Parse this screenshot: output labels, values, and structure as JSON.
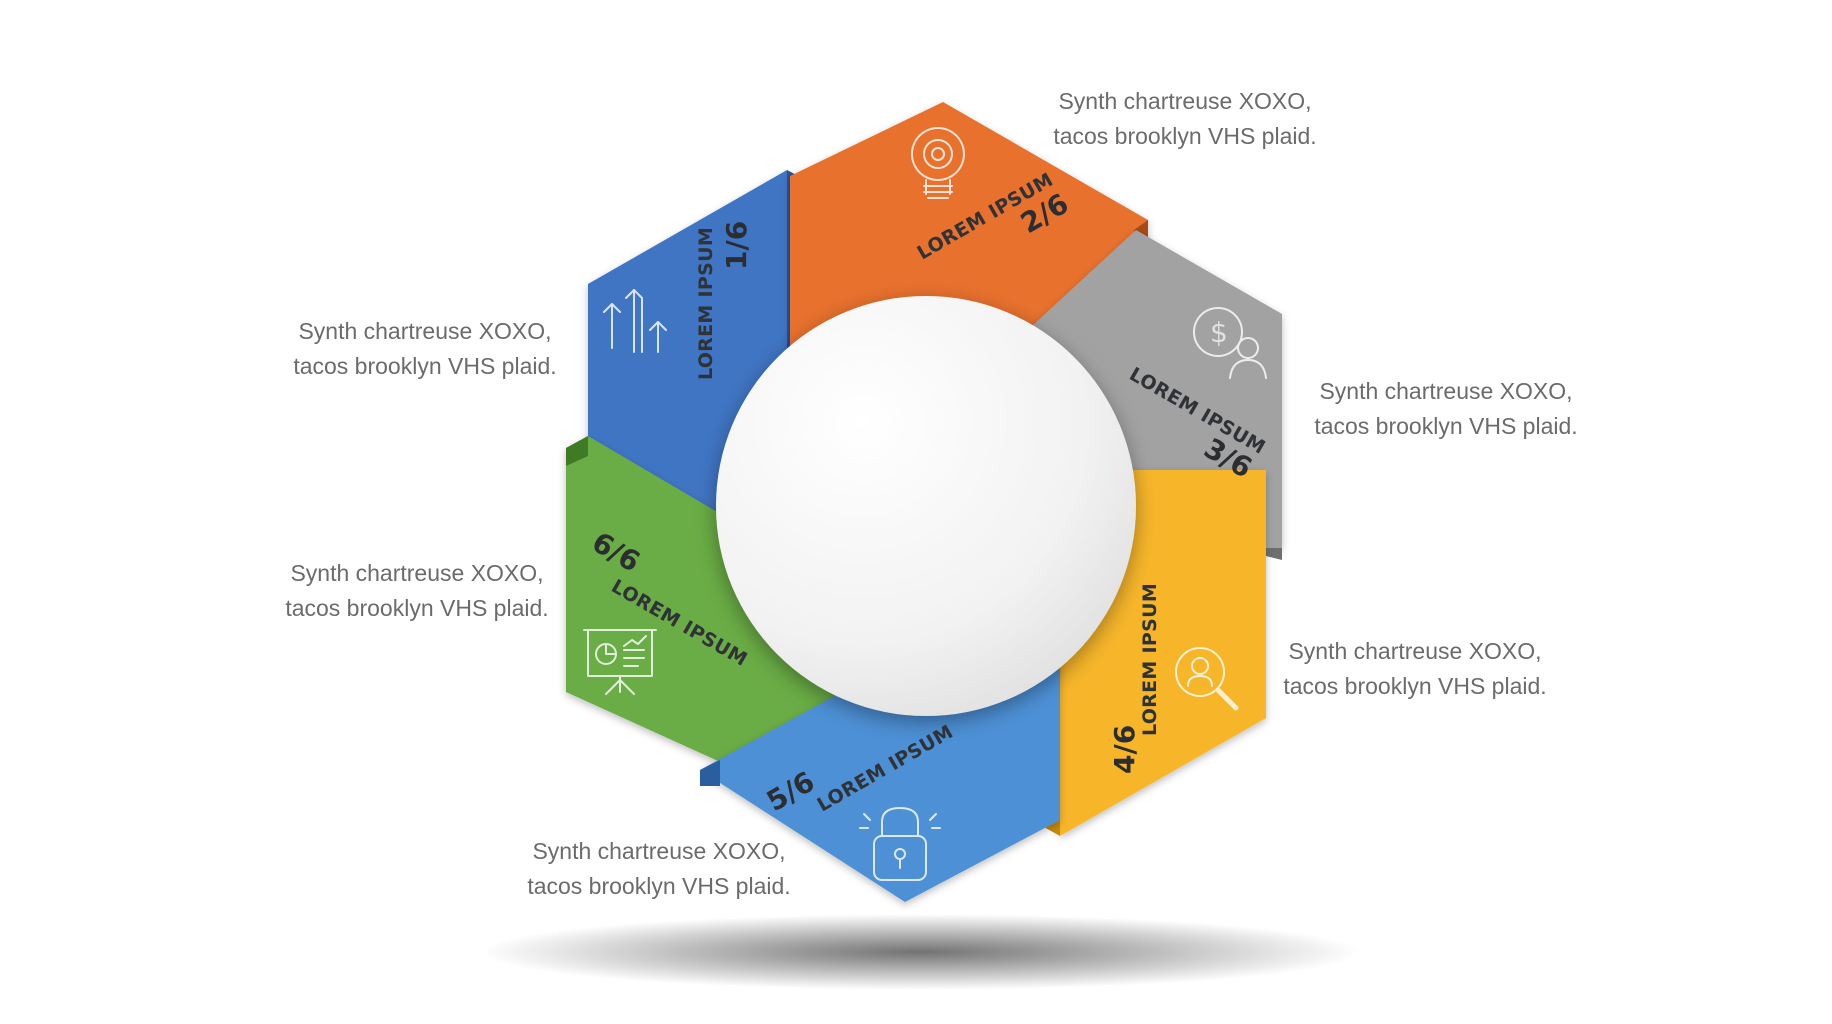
{
  "diagram": {
    "segments": [
      {
        "id": 1,
        "number": "1/6",
        "label": "LOREM IPSUM",
        "color": "#3f74c4",
        "icon": "growth-arrows-icon",
        "description": [
          "Synth chartreuse XOXO,",
          "tacos brooklyn VHS plaid."
        ]
      },
      {
        "id": 2,
        "number": "2/6",
        "label": "LOREM IPSUM",
        "color": "#e8712f",
        "icon": "lightbulb-gear-icon",
        "description": [
          "Synth chartreuse XOXO,",
          "tacos brooklyn VHS plaid."
        ]
      },
      {
        "id": 3,
        "number": "3/6",
        "label": "LOREM IPSUM",
        "color": "#a2a2a2",
        "icon": "dollar-person-icon",
        "description": [
          "Synth chartreuse XOXO,",
          "tacos brooklyn VHS plaid."
        ]
      },
      {
        "id": 4,
        "number": "4/6",
        "label": "LOREM IPSUM",
        "color": "#f7b62a",
        "icon": "person-search-icon",
        "description": [
          "Synth chartreuse XOXO,",
          "tacos brooklyn VHS plaid."
        ]
      },
      {
        "id": 5,
        "number": "5/6",
        "label": "LOREM IPSUM",
        "color": "#4e90d6",
        "icon": "padlock-icon",
        "description": [
          "Synth chartreuse XOXO,",
          "tacos brooklyn VHS plaid."
        ]
      },
      {
        "id": 6,
        "number": "6/6",
        "label": "LOREM IPSUM",
        "color": "#6aac45",
        "icon": "presentation-board-icon",
        "description": [
          "Synth chartreuse XOXO,",
          "tacos brooklyn VHS plaid."
        ]
      }
    ],
    "center_color": "#f4f4f4"
  }
}
